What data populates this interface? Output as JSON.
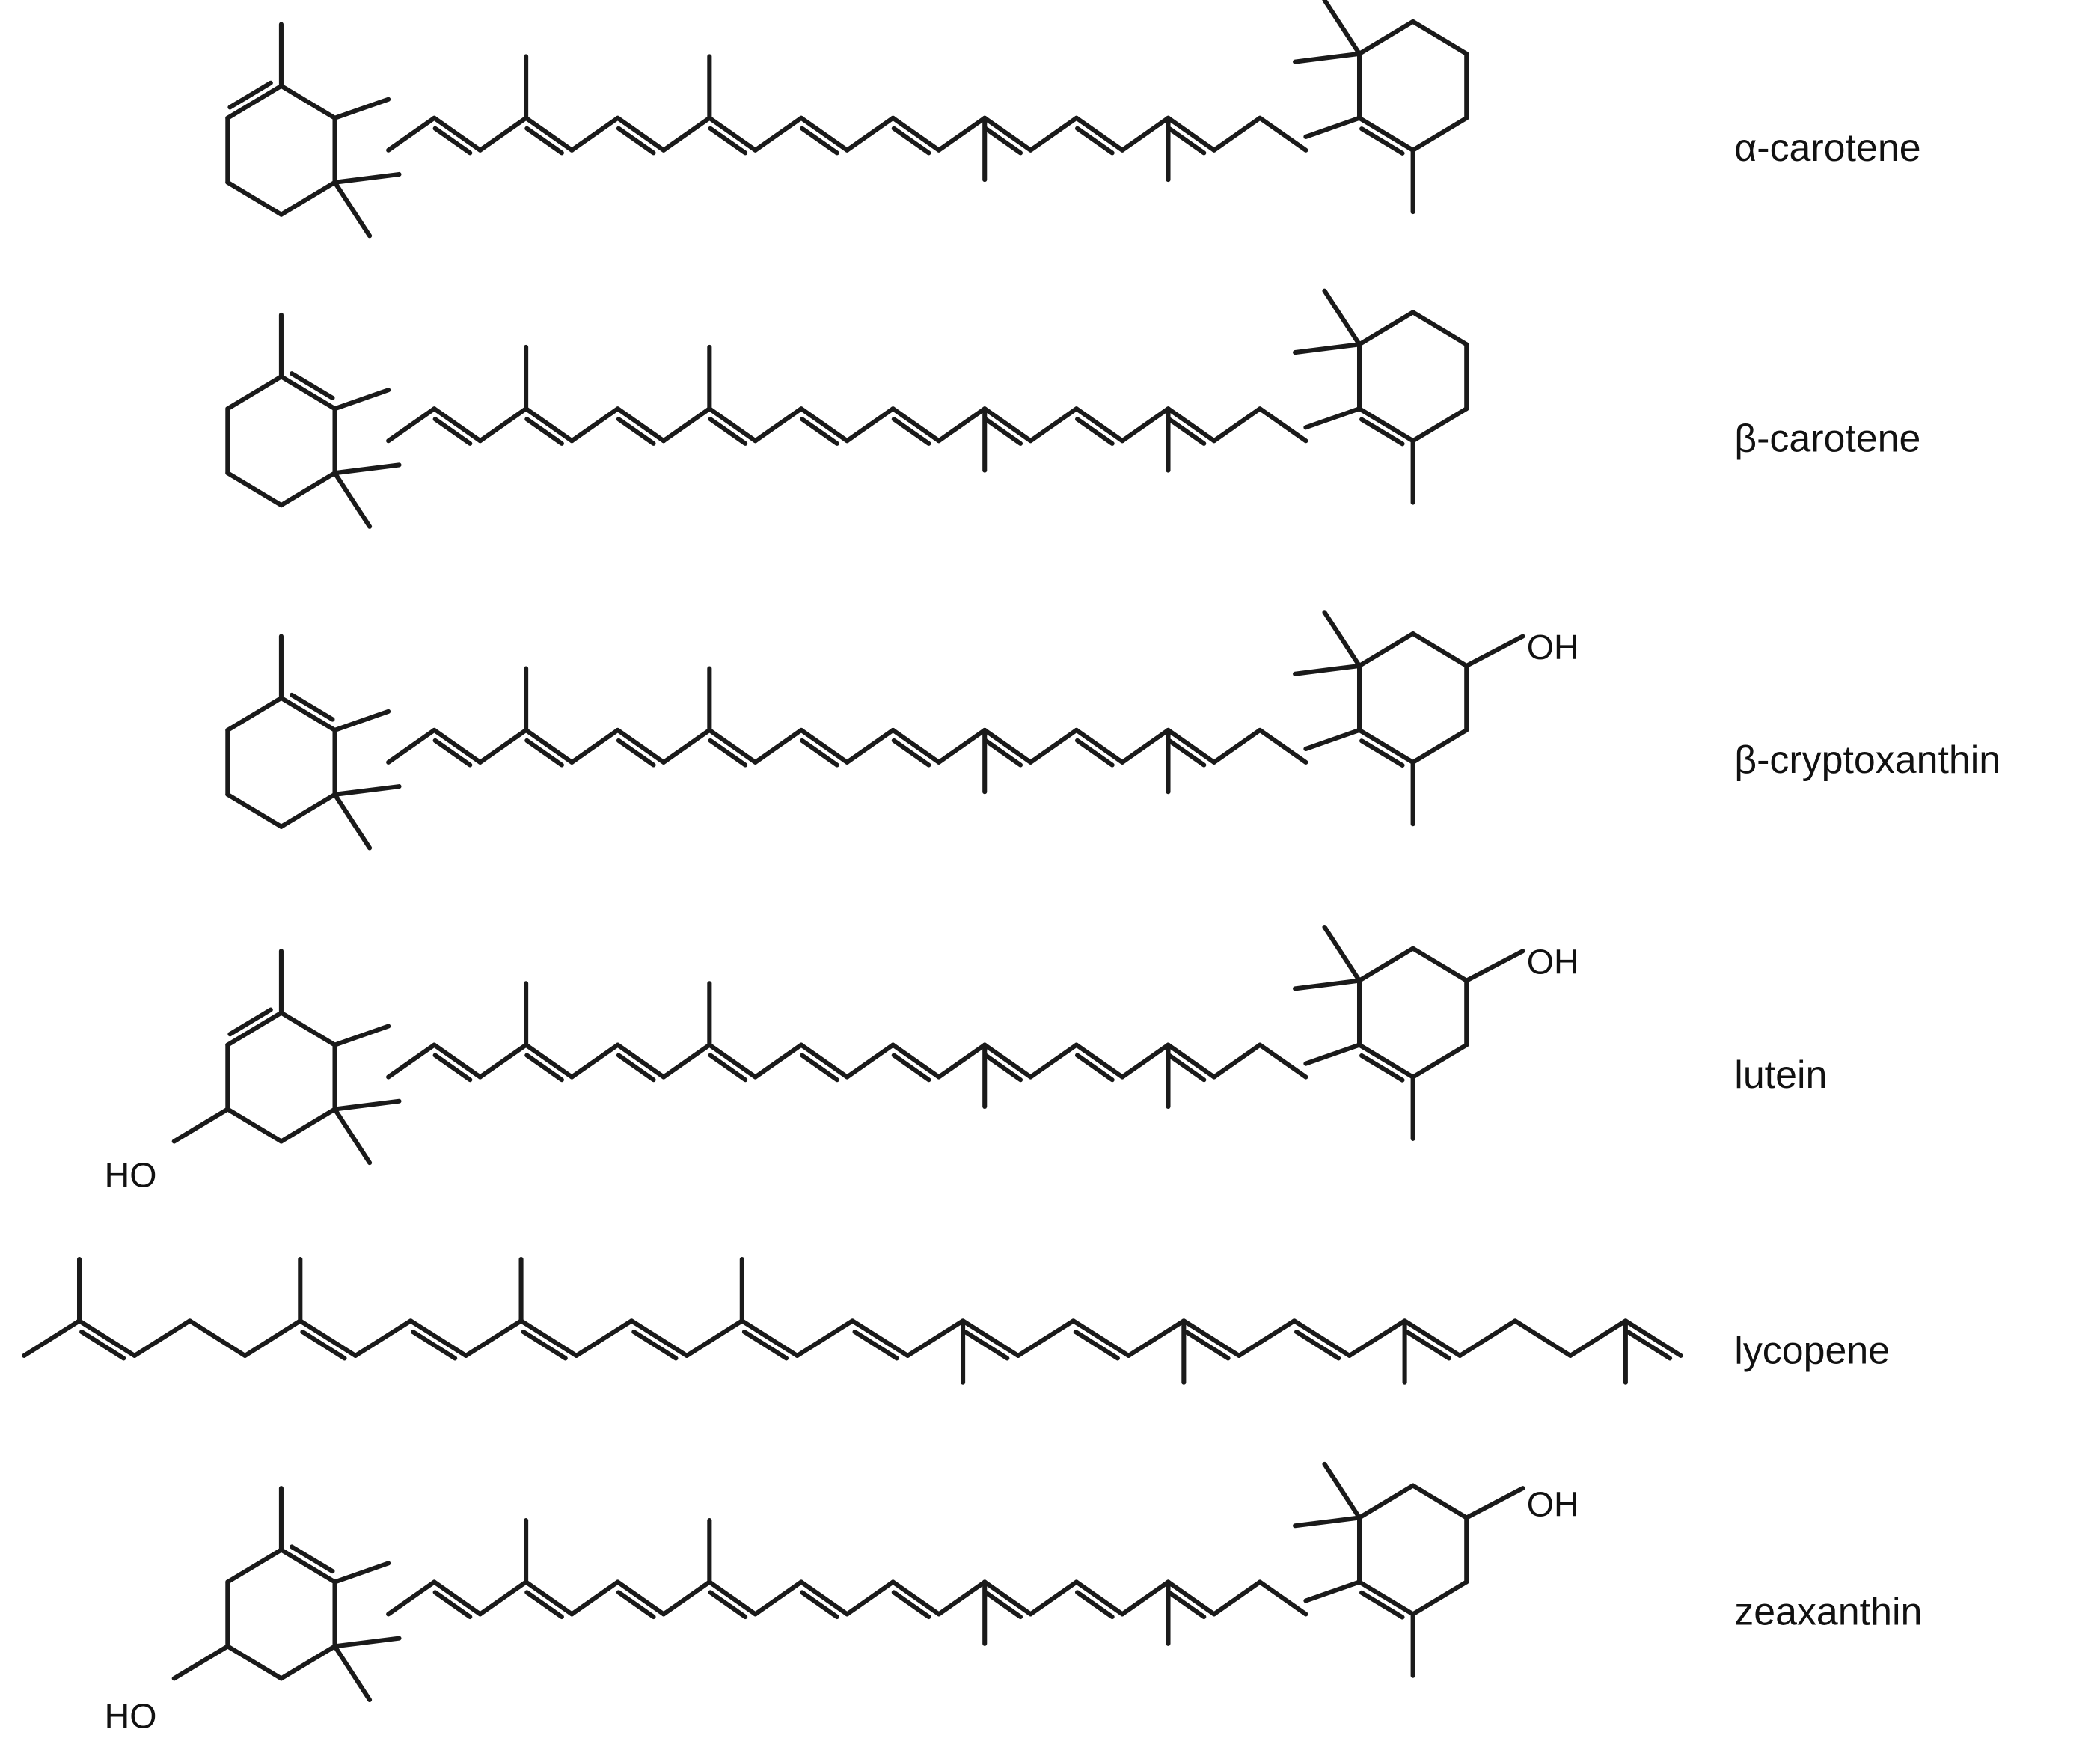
{
  "molecules": [
    {
      "name": "α-carotene",
      "left_group": "",
      "right_group": ""
    },
    {
      "name": "β-carotene",
      "left_group": "",
      "right_group": ""
    },
    {
      "name": "β-cryptoxanthin",
      "left_group": "",
      "right_group": "OH"
    },
    {
      "name": "lutein",
      "left_group": "HO",
      "right_group": "OH"
    },
    {
      "name": "lycopene",
      "left_group": "",
      "right_group": ""
    },
    {
      "name": "zeaxanthin",
      "left_group": "HO",
      "right_group": "OH"
    }
  ],
  "colors": {
    "background": "#ffffff",
    "ink": "#1a1a1a"
  }
}
